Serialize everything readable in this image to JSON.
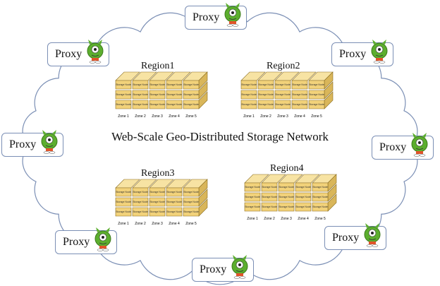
{
  "title": "Web-Scale Geo-Distributed Storage Network",
  "proxy_label": "Proxy",
  "proxy_icon": "green-one-eyed-monster-icon",
  "storage_node_label": "Storage Node",
  "zones": [
    "Zone 1",
    "Zone 2",
    "Zone 3",
    "Zone 4",
    "Zone 5"
  ],
  "regions": [
    {
      "name": "Region1"
    },
    {
      "name": "Region2"
    },
    {
      "name": "Region3"
    },
    {
      "name": "Region4"
    }
  ],
  "colors": {
    "cloud_stroke": "#7b8fb5",
    "box_front": "#f2d27a",
    "box_top": "#f7e3a3",
    "box_side": "#d9b65a",
    "monster": "#5cae2e"
  }
}
